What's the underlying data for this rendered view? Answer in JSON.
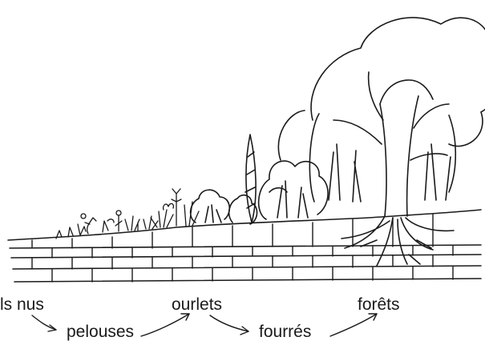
{
  "succession": {
    "stages": [
      {
        "label": "ls nus"
      },
      {
        "label": "pelouses"
      },
      {
        "label": "ourlets"
      },
      {
        "label": "fourrés"
      },
      {
        "label": "forêts"
      }
    ]
  },
  "colors": {
    "ink": "#1a1a1a",
    "background": "#ffffff"
  }
}
